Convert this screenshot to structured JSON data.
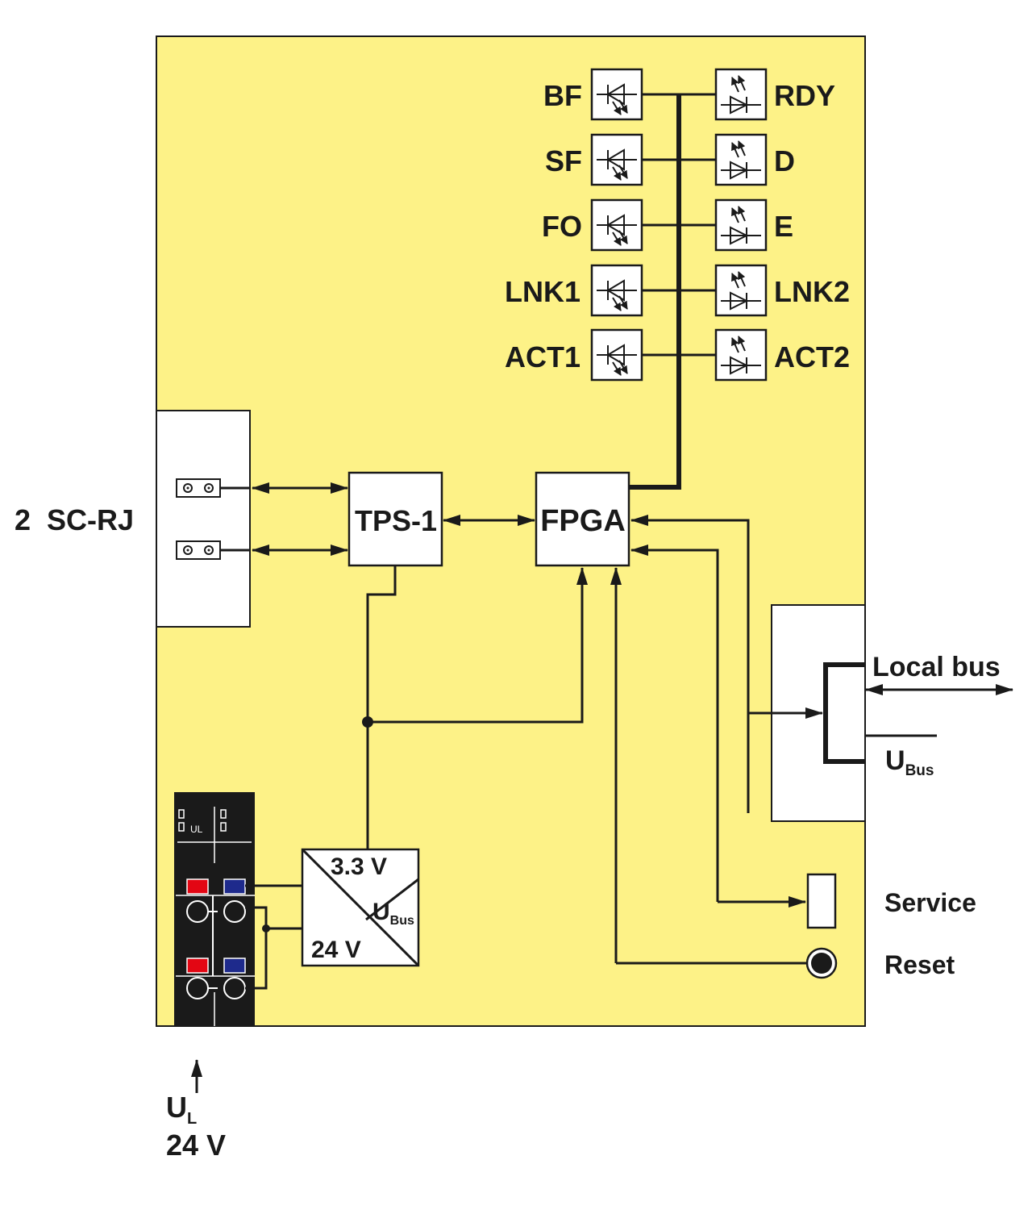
{
  "colors": {
    "board": "#fdf287",
    "line": "#1a1a1a",
    "panel": "#ffffff",
    "terminal": "#1a1a1a",
    "red": "#e30613",
    "blue": "#1e2a8c"
  },
  "labels": {
    "sc_rj": "2  SC-RJ",
    "tps": "TPS-1",
    "fpga": "FPGA",
    "local_bus": "Local bus",
    "ubus_main": "U",
    "ubus_sub": "Bus",
    "service": "Service",
    "reset": "Reset",
    "conv_33": "3.3 V",
    "conv_ubus_main": "U",
    "conv_ubus_sub": "Bus",
    "conv_24": "24 V",
    "ul_main": "U",
    "ul_sub": "L",
    "ul_24": "24 V",
    "terminal_ul": "UL"
  },
  "leds": {
    "left": [
      "BF",
      "SF",
      "FO",
      "LNK1",
      "ACT1"
    ],
    "right": [
      "RDY",
      "D",
      "E",
      "LNK2",
      "ACT2"
    ]
  }
}
